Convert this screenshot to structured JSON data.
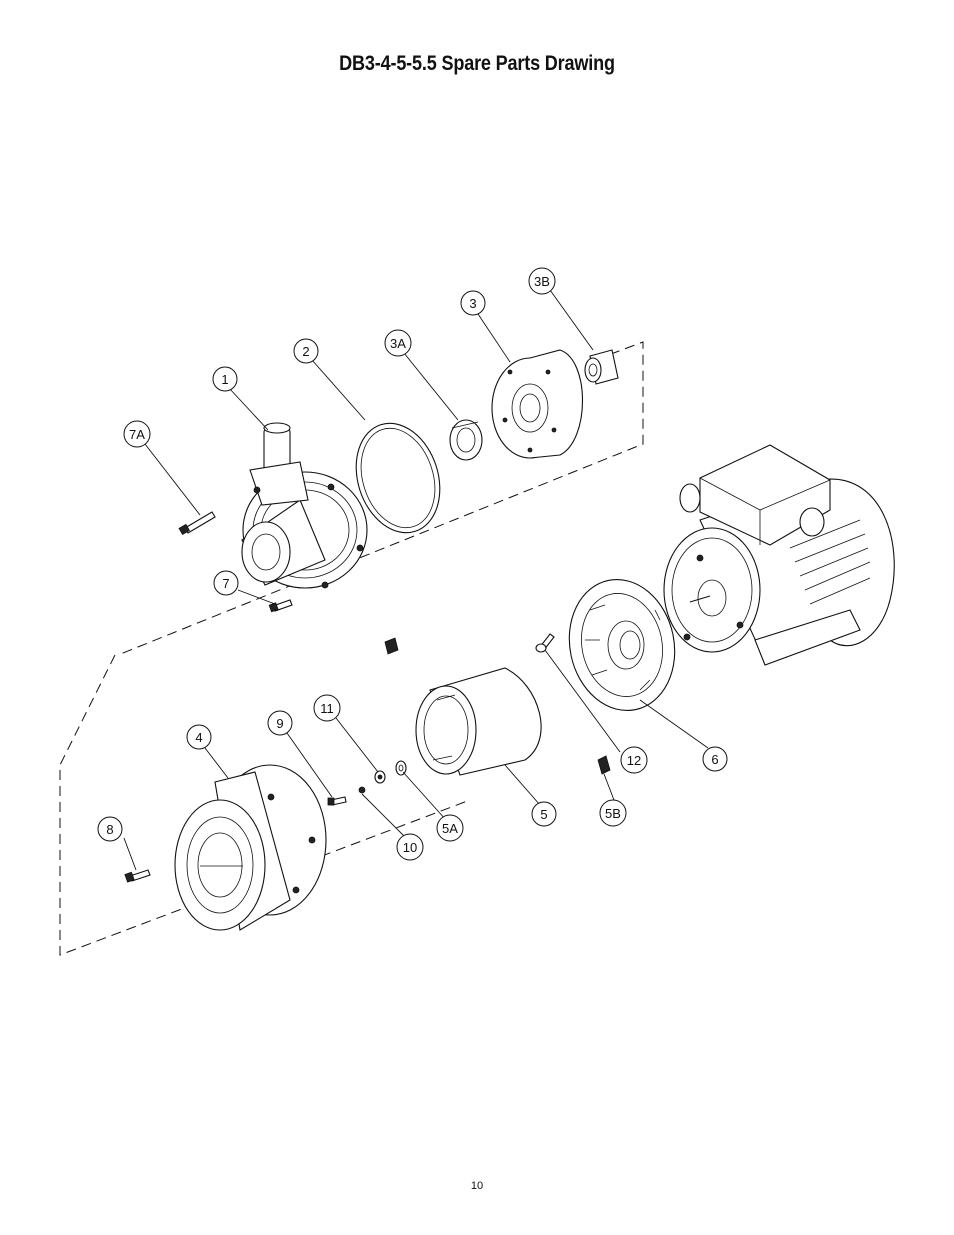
{
  "page": {
    "title": "DB3-4-5-5.5 Spare Parts Drawing",
    "page_number": "10"
  },
  "callouts": [
    {
      "id": "1",
      "label": "1"
    },
    {
      "id": "2",
      "label": "2"
    },
    {
      "id": "3",
      "label": "3"
    },
    {
      "id": "3A",
      "label": "3A"
    },
    {
      "id": "3B",
      "label": "3B"
    },
    {
      "id": "4",
      "label": "4"
    },
    {
      "id": "5",
      "label": "5"
    },
    {
      "id": "5A",
      "label": "5A"
    },
    {
      "id": "5B",
      "label": "5B"
    },
    {
      "id": "6",
      "label": "6"
    },
    {
      "id": "7",
      "label": "7"
    },
    {
      "id": "7A",
      "label": "7A"
    },
    {
      "id": "8",
      "label": "8"
    },
    {
      "id": "9",
      "label": "9"
    },
    {
      "id": "10",
      "label": "10"
    },
    {
      "id": "11",
      "label": "11"
    },
    {
      "id": "12",
      "label": "12"
    }
  ]
}
